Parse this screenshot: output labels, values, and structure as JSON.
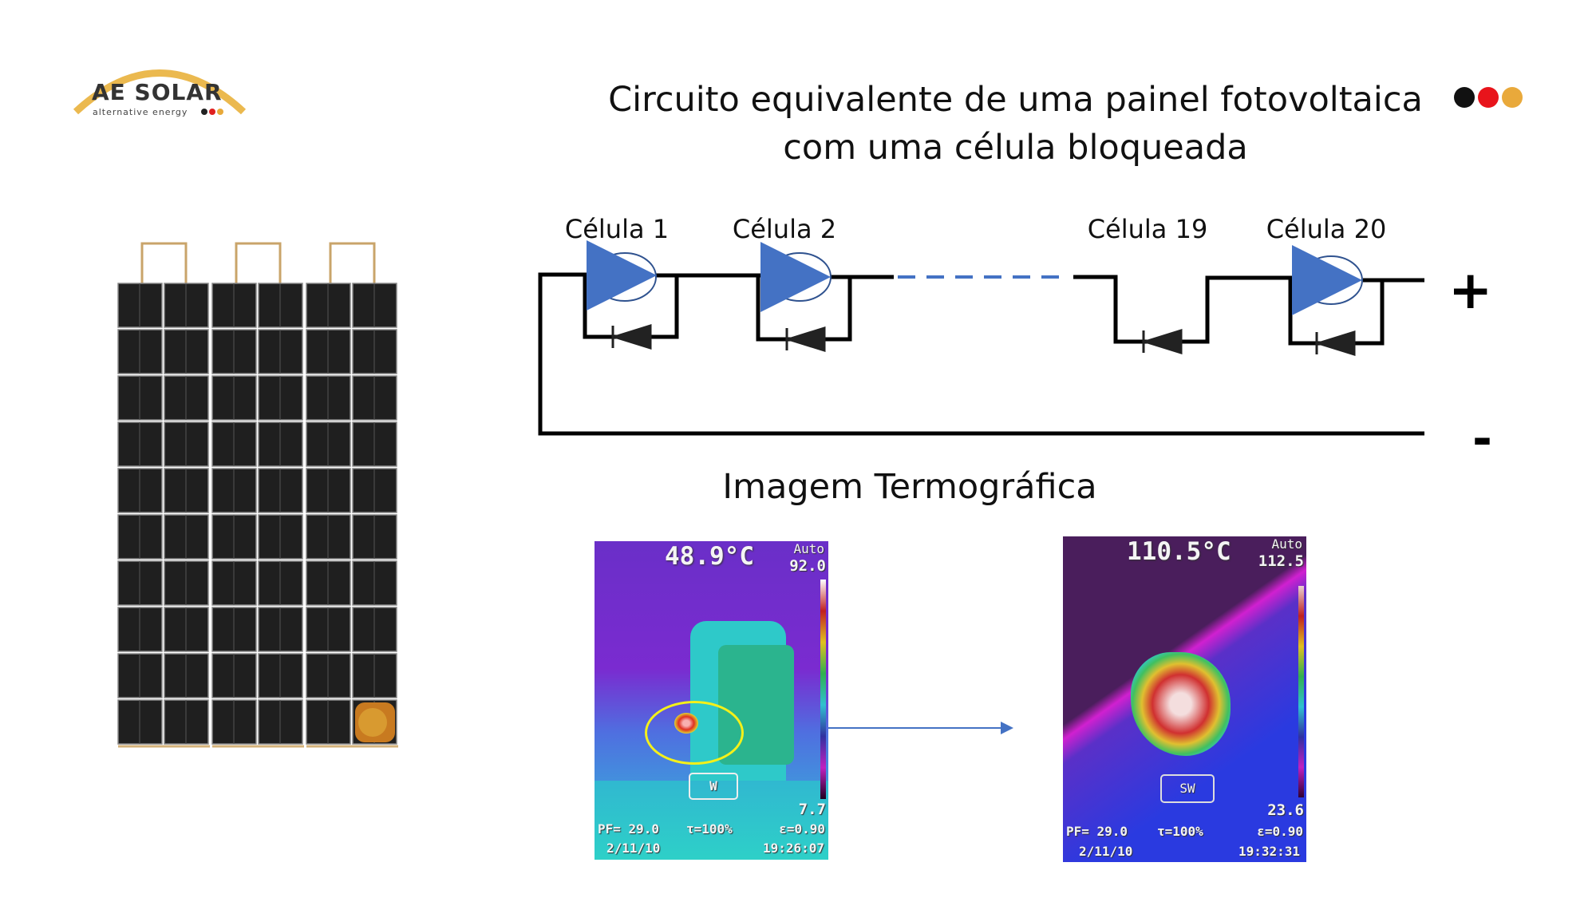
{
  "logo": {
    "brand": "AE SOLAR",
    "tagline": "alternative energy",
    "colors": [
      "#222222",
      "#e02020",
      "#e8a93a"
    ]
  },
  "title": {
    "line1": "Circuito equivalente de uma painel fotovoltaica",
    "line2": "com uma célula bloqueada"
  },
  "header_dots": [
    "#111111",
    "#e8141b",
    "#e9a93b"
  ],
  "circuit": {
    "cells": [
      "Célula 1",
      "Célula 2",
      "Célula 19",
      "Célula 20"
    ],
    "plus": "+",
    "minus": "-",
    "wire_color": "#000000",
    "dash_color": "#4472c4",
    "arrow_color": "#4472c4"
  },
  "thermal_title": "Imagem Termográfica",
  "thermal1": {
    "temp": "48.9°C",
    "mode": "Auto",
    "max": "92.0",
    "min": "7.7",
    "direction": "W",
    "pf": "PF= 29.0",
    "tau": "τ=100%",
    "eps": "ε=0.90",
    "date": "2/11/10",
    "time": "19:26:07"
  },
  "thermal2": {
    "temp": "110.5°C",
    "mode": "Auto",
    "max": "112.5",
    "min": "23.6",
    "direction": "SW",
    "pf": "PF= 29.0",
    "tau": "τ=100%",
    "eps": "ε=0.90",
    "date": "2/11/10",
    "time": "19:32:31"
  }
}
